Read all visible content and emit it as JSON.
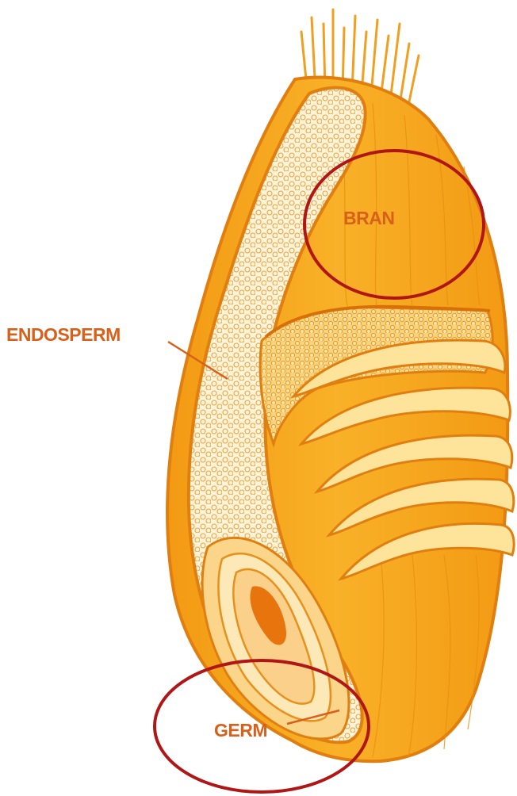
{
  "diagram": {
    "labels": {
      "endosperm": "ENDOSPERM",
      "bran": "BRAN",
      "germ": "GERM"
    }
  },
  "colors": {
    "label_text": "#d8601a",
    "highlight_circle": "#b01616",
    "husk_orange": "#f7a81e",
    "endosperm_fill": "#fdf3d6",
    "leaf_cream": "#fde49a",
    "outline": "#e07f10"
  }
}
